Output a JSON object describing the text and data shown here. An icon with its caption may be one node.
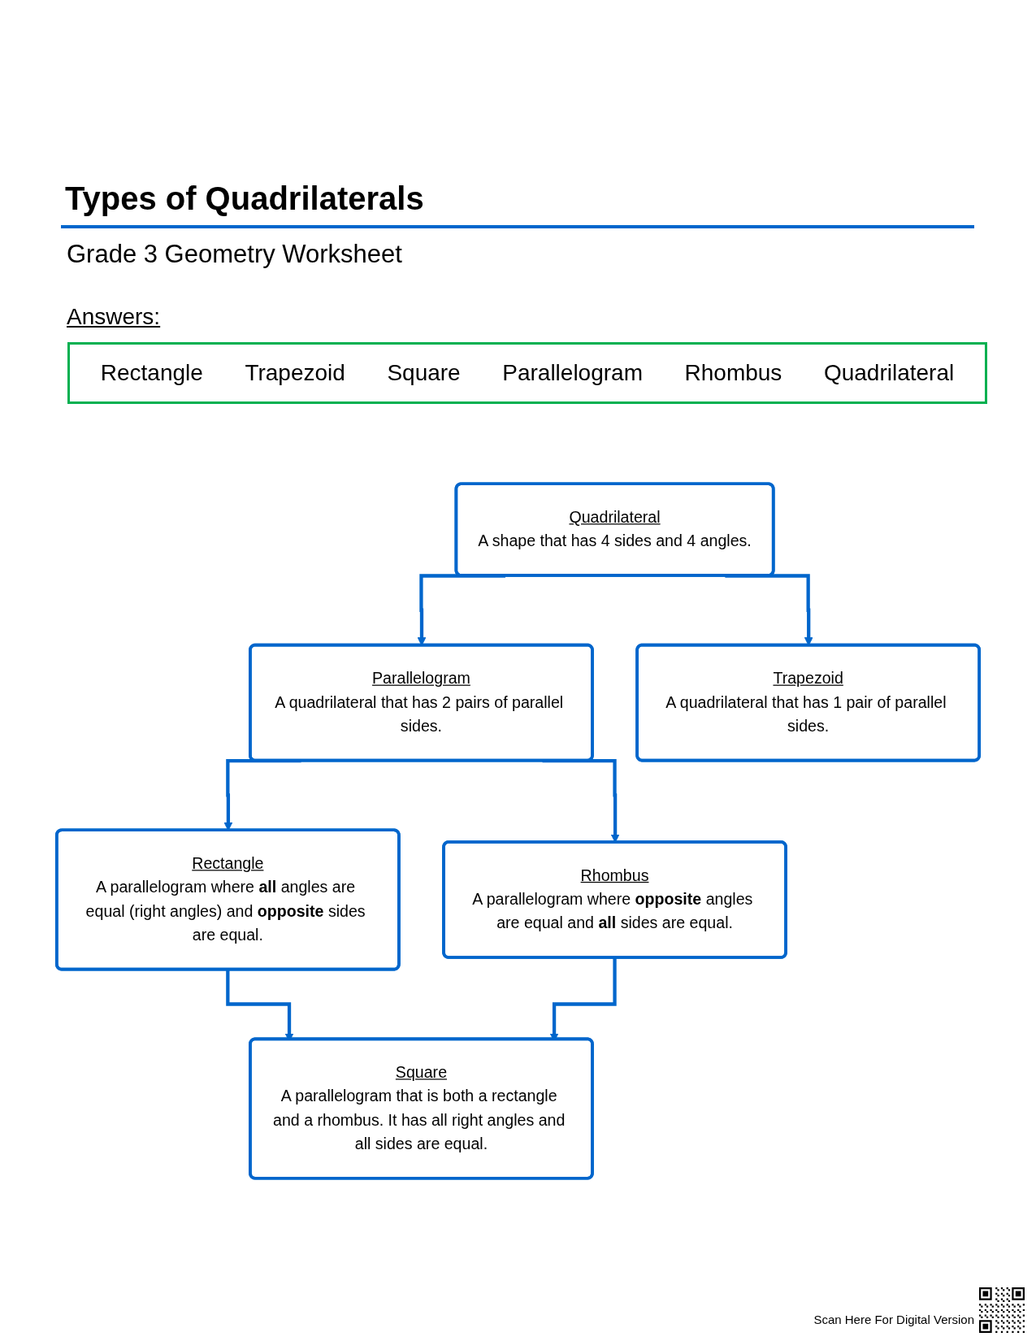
{
  "diagram": {
    "title": "Types of Quadrilaterals",
    "nodes": [
      {
        "text": [
          "Quadrilateral",
          "A shape that has 4 sides and 4 angles."
        ]
      },
      {
        "text": [
          "Parallelogram",
          "A quadrilateral that has 2 pairs of parallel sides."
        ]
      },
      {
        "text": [
          "Trapezoid",
          "A quadrilateral that has 1 pair of parallel sides."
        ]
      },
      {
        "text": [
          "Rectangle",
          "A parallelogram where **all** angles are equal (right angles) and **opposite** sides are equal."
        ]
      },
      {
        "text": [
          "Rhombus",
          "A parallelogram where **opposite** angles are equal and **all** sides are equal."
        ]
      },
      {
        "text": [
          "Square",
          "A parallelogram that is both a rectangle and a rhombus. It has all right angles and all sides are equal."
        ]
      }
    ],
    "edges": [
      {
        "from": 0,
        "to": 1,
        "arrow": "to"
      },
      {
        "from": 0,
        "to": 2,
        "arrow": "to"
      },
      {
        "from": 1,
        "to": 3,
        "arrow": "to"
      },
      {
        "from": 1,
        "to": 4,
        "arrow": "to"
      },
      {
        "from": 3,
        "to": 5,
        "arrow": "to"
      },
      {
        "from": 4,
        "to": 5,
        "arrow": "to"
      }
    ],
    "labels": [
      "Grade 3 Geometry Worksheet",
      "Answers:",
      "Rectangle",
      "Trapezoid",
      "Square",
      "Parallelogram",
      "Rhombus",
      "Quadrilateral",
      "Scan Here For Digital Version"
    ]
  }
}
